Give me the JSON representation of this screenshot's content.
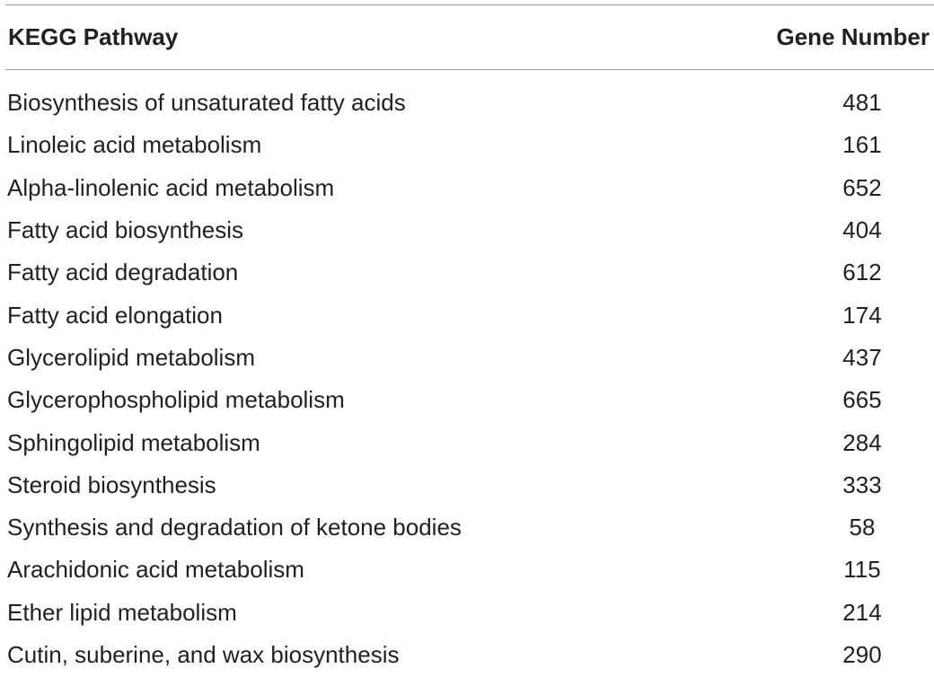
{
  "table": {
    "headers": {
      "pathway": "KEGG Pathway",
      "gene_number": "Gene Number"
    },
    "rows": [
      {
        "pathway": "Biosynthesis of unsaturated fatty acids",
        "gene_number": "481"
      },
      {
        "pathway": "Linoleic acid metabolism",
        "gene_number": "161"
      },
      {
        "pathway": "Alpha-linolenic acid metabolism",
        "gene_number": "652"
      },
      {
        "pathway": "Fatty acid biosynthesis",
        "gene_number": "404"
      },
      {
        "pathway": "Fatty acid degradation",
        "gene_number": "612"
      },
      {
        "pathway": "Fatty acid elongation",
        "gene_number": "174"
      },
      {
        "pathway": "Glycerolipid metabolism",
        "gene_number": "437"
      },
      {
        "pathway": "Glycerophospholipid metabolism",
        "gene_number": "665"
      },
      {
        "pathway": "Sphingolipid metabolism",
        "gene_number": "284"
      },
      {
        "pathway": "Steroid biosynthesis",
        "gene_number": "333"
      },
      {
        "pathway": "Synthesis and degradation of ketone bodies",
        "gene_number": "58"
      },
      {
        "pathway": "Arachidonic acid metabolism",
        "gene_number": "115"
      },
      {
        "pathway": "Ether lipid metabolism",
        "gene_number": "214"
      },
      {
        "pathway": "Cutin, suberine, and wax biosynthesis",
        "gene_number": "290"
      }
    ]
  }
}
